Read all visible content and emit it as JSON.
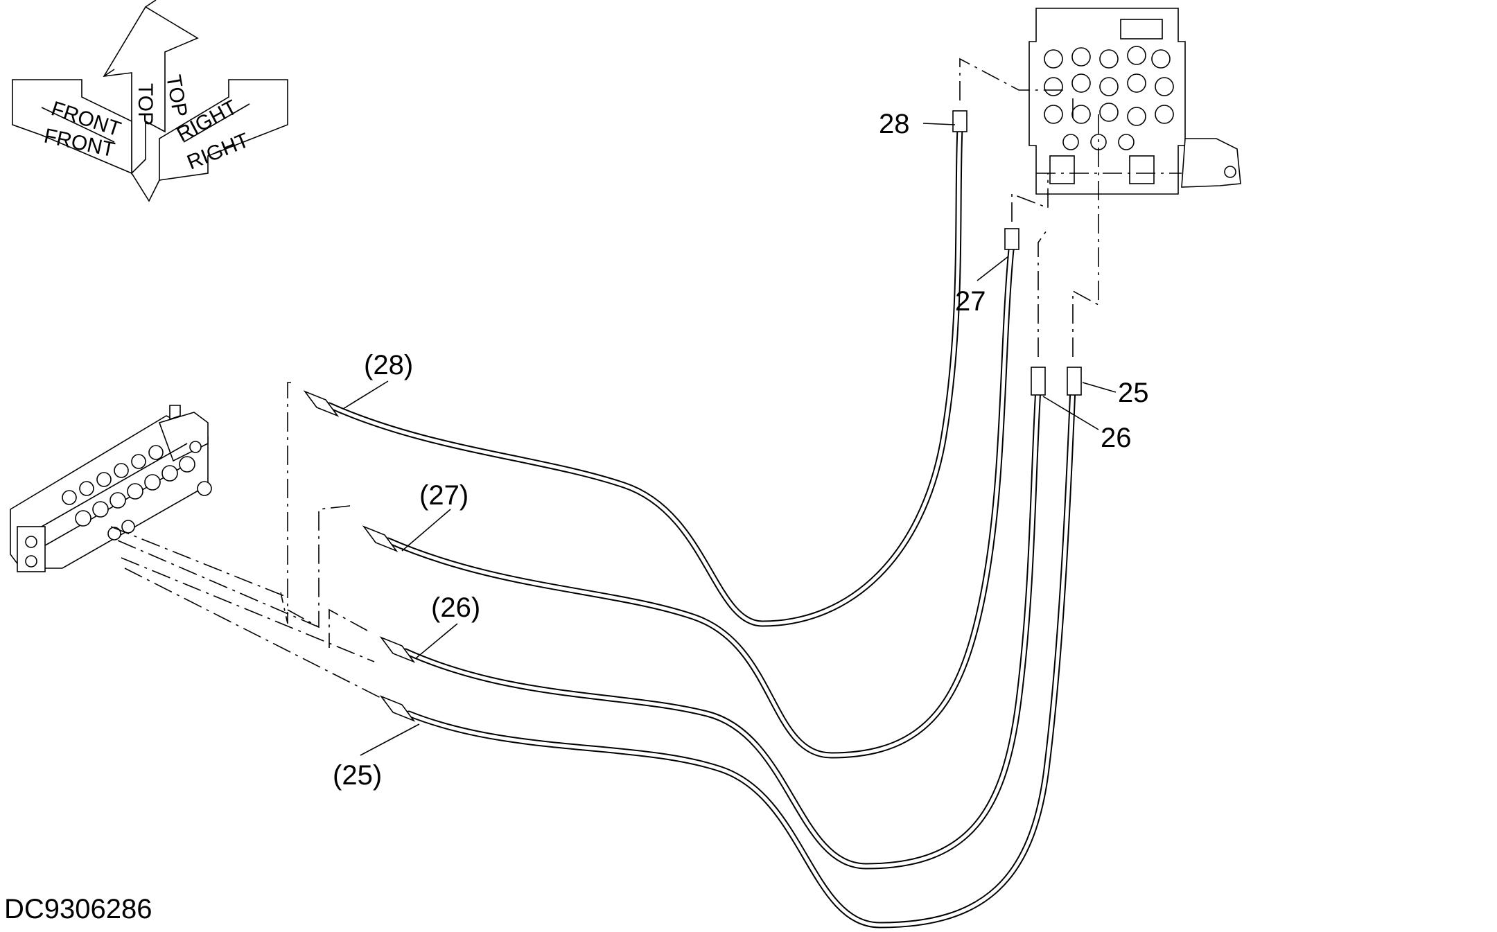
{
  "orientation": {
    "top_label": "TOP",
    "front_label": "FRONT",
    "right_label": "RIGHT"
  },
  "callouts": {
    "p25": "25",
    "p26": "26",
    "p27": "27",
    "p28": "28",
    "p25_ref": "(25)",
    "p26_ref": "(26)",
    "p27_ref": "(27)",
    "p28_ref": "(28)"
  },
  "drawing_id": "DC9306286"
}
